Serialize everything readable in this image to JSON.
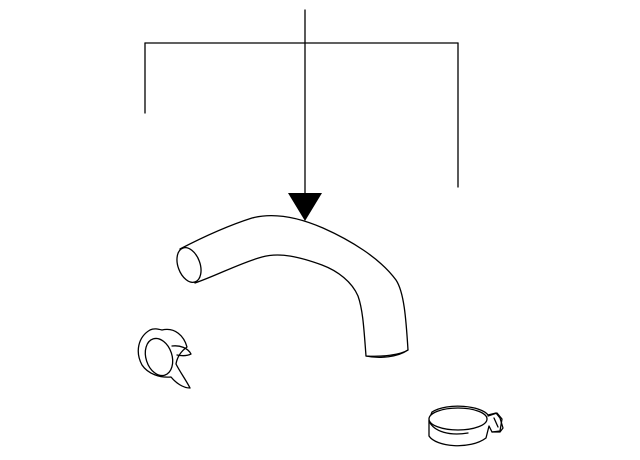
{
  "diagram": {
    "background": "#ffffff",
    "line_color": "#000000",
    "parts": [
      "radiator-hose",
      "hose-clamp",
      "hose-clamp"
    ],
    "callout": {
      "style": "bracket-with-arrow",
      "arrow": "down"
    }
  }
}
